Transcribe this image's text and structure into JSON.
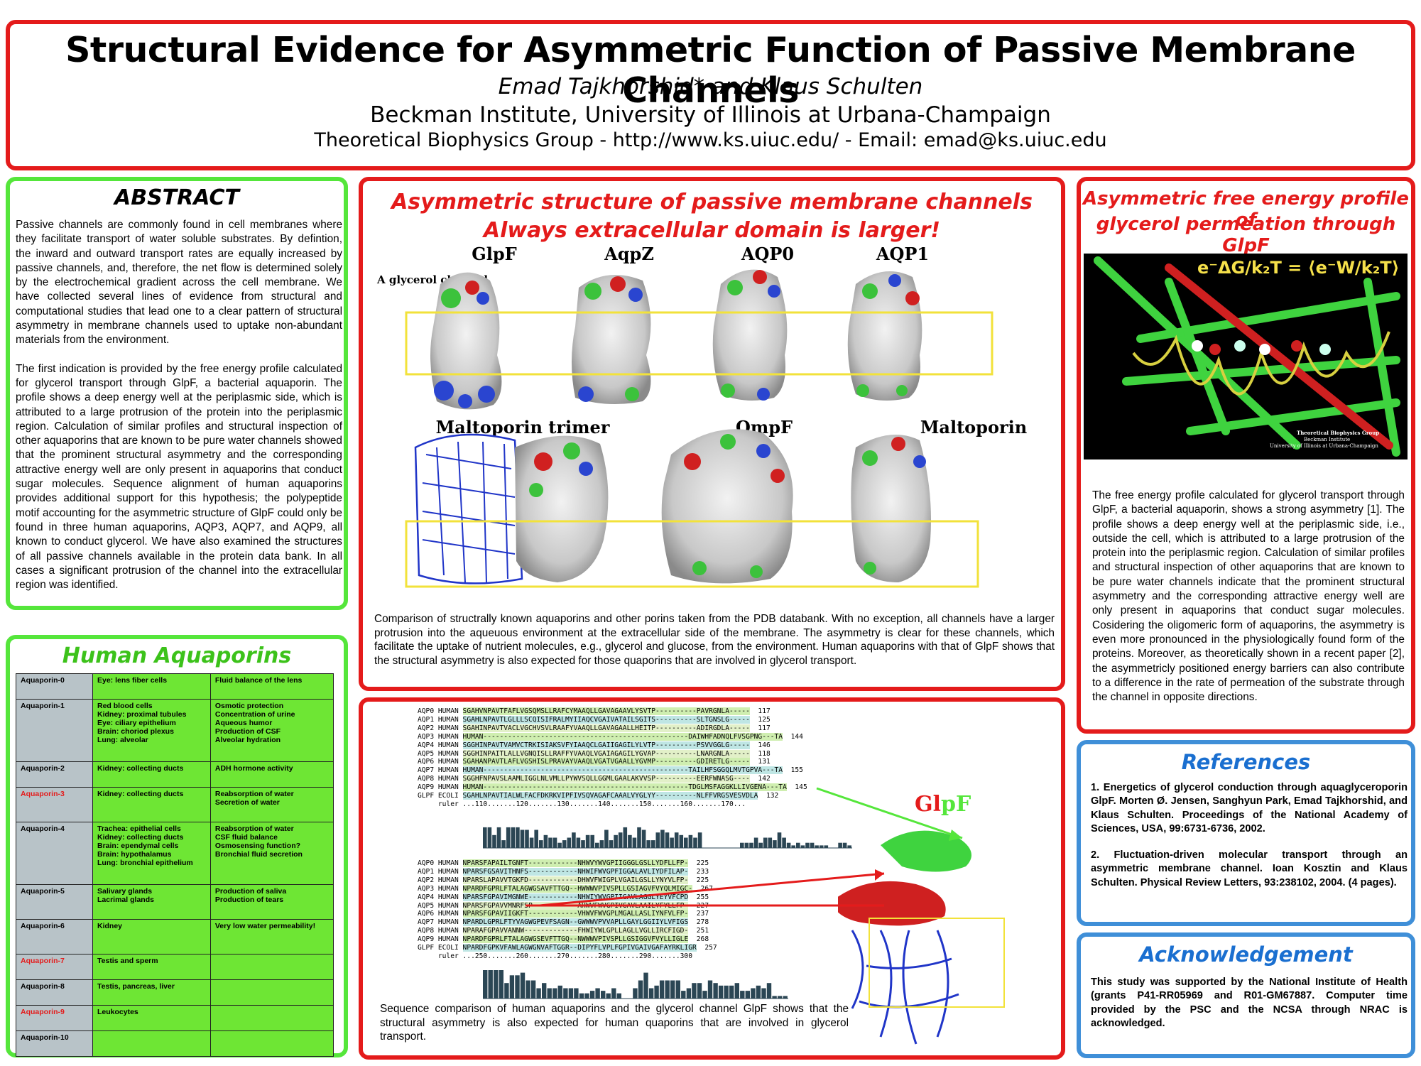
{
  "header": {
    "title": "Structural Evidence for Asymmetric Function of Passive Membrane Channels",
    "authors": "Emad Tajkhorshid* and Klaus Schulten",
    "institution": "Beckman Institute, University of Illinois at Urbana-Champaign",
    "group": "Theoretical Biophysics Group - http://www.ks.uiuc.edu/ - Email: emad@ks.uiuc.edu"
  },
  "abstract": {
    "title": "ABSTRACT",
    "p1": "Passive channels are commonly found in cell membranes where they facilitate transport of water soluble substrates. By defintion, the inward and outward transport rates are equally increased by passive channels, and, therefore, the net flow is determined solely by the electrochemical gradient across the cell membrane. We have collected several lines of evidence from structural and computational studies that lead one to a clear pattern of structural asymmetry in membrane channels used to uptake non-abundant materials from the environment.",
    "p2": "The first indication is provided by the free energy profile calculated for glycerol transport through GlpF, a bacterial aquaporin. The profile shows a deep energy well at the periplasmic side, which is attributed to a large protrusion of the protein into the periplasmic region. Calculation of similar profiles and structural inspection of other aquaporins that are known to be pure water channels showed that the prominent structural asymmetry and the corresponding attractive energy well are only present in aquaporins that conduct sugar molecules. Sequence alignment of human aquaporins provides additional support for this hypothesis; the polypeptide motif accounting for the asymmetric structure of GlpF could only be found in three human aquaporins, AQP3, AQP7, and AQP9, all known to conduct glycerol. We have also examined the structures of all passive channels available in the protein data bank. In all cases a significant protrusion of the channel into the extracellular region was identified."
  },
  "aquaporins": {
    "title": "Human Aquaporins",
    "rows": [
      {
        "name": "Aquaporin-0",
        "tissue": "Eye: lens fiber cells",
        "function": "Fluid balance of the lens",
        "highlight": false
      },
      {
        "name": "Aquaporin-1",
        "tissue": "Red blood cells\nKidney: proximal tubules\nEye: ciliary epithelium\nBrain: choriod plexus\nLung: alveolar",
        "function": "Osmotic protection\nConcentration of urine\nAqueous humor\nProduction of CSF\nAlveolar hydration",
        "highlight": false
      },
      {
        "name": "Aquaporin-2",
        "tissue": "Kidney: collecting ducts",
        "function": "ADH hormone activity",
        "highlight": false
      },
      {
        "name": "Aquaporin-3",
        "tissue": "Kidney: collecting ducts",
        "function": "Reabsorption of water\nSecretion of water",
        "highlight": true
      },
      {
        "name": "Aquaporin-4",
        "tissue": "Trachea: epithelial cells\nKidney: collecting ducts\nBrain: ependymal cells\nBrain: hypothalamus\nLung: bronchial epithelium",
        "function": "Reabsorption of water\nCSF fluid balance\nOsmosensing function?\nBronchial fluid secretion",
        "highlight": false
      },
      {
        "name": "Aquaporin-5",
        "tissue": "Salivary glands\nLacrimal glands",
        "function": "Production of saliva\nProduction of tears",
        "highlight": false
      },
      {
        "name": "Aquaporin-6",
        "tissue": "Kidney",
        "function": "Very low water permeability!",
        "highlight": false
      },
      {
        "name": "Aquaporin-7",
        "tissue": "Testis and sperm",
        "function": "",
        "highlight": true
      },
      {
        "name": "Aquaporin-8",
        "tissue": "Testis, pancreas, liver",
        "function": "",
        "highlight": false
      },
      {
        "name": "Aquaporin-9",
        "tissue": "Leukocytes",
        "function": "",
        "highlight": true
      },
      {
        "name": "Aquaporin-10",
        "tissue": "",
        "function": "",
        "highlight": false
      }
    ]
  },
  "structure": {
    "title1": "Asymmetric structure of passive membrane channels",
    "title2": "Always extracellular domain is larger!",
    "labels_top": [
      "GlpF",
      "AqpZ",
      "AQP0",
      "AQP1"
    ],
    "glycerol_label": "A glycerol channel",
    "labels_bottom": [
      "Maltoporin trimer",
      "OmpF",
      "Maltoporin"
    ],
    "caption": "Comparison of structrally known aquaporins and other porins taken from the PDB databank. With no exception, all channels have a larger protrusion into the aqueuous environment at the extracellular side of the membrane. The asymmetry is clear for these channels, which facilitate the uptake of nutrient molecules, e.g., glycerol and glucose, from the environment. Human aquaporins with that of GlpF shows that the structural asymmetry is also expected for those quaporins that are involved in glycerol transport."
  },
  "alignment": {
    "names": [
      "AQP0 HUMAN",
      "AQP1 HUMAN",
      "AQP2 HUMAN",
      "AQP3 HUMAN",
      "AQP4 HUMAN",
      "AQP5 HUMAN",
      "AQP6 HUMAN",
      "AQP7 HUMAN",
      "AQP8 HUMAN",
      "AQP9 HUMAN",
      "GLPF ECOLI"
    ],
    "block1_seq": [
      "SGAHVNPAVTFAFLVGSQMSLLRAFCYMAAQLLGAVAGAAVLYSVTP----------PAVRGNLA-----",
      "SGAHLNPAVTLGLLLSCQISIFRALMYIIAQCVGAIVATAILSGITS----------SLTGNSLG-----",
      "SGAHINPAVTVACLVGCHVSVLRAAFYVAAQLLGAVAGAALLHEITP----------ADIRGDLA-----",
      "HUMAN--------------------------------------------------DAIWHFADNQLFVSGPNG---TA",
      "SGGHINPAVTVAMVCTRKISIAKSVFYIAAQCLGAIIGAGILYLVTP----------PSVVGGLG-----",
      "SGGHINPAITLALLVGNQISLLRAFFYVAAQLVGAIAGAGILYGVAP----------LNARGNLA-----",
      "SGAHANPAVTLAFLVGSHISLPRAVAYVAAQLVGATVGAALLYGVMP----------GDIRETLG-----",
      "HUMAN--------------------------------------------------TAILHFSGGQLMVTGPVA---TA",
      "SGGHFNPAVSLAAMLIGGLNLVMLLPYWVSQLLGGMLGAALAKVVSP----------EERFWNASG----",
      "HUMAN--------------------------------------------------TDGLMSFAGGKLLIVGENA---TA",
      "SGAHLNPAVTIALWLFACFDKRKVIPFIVSQVAGAFCAAALVYGLYY----------NLFFVRGSVESVDLA"
    ],
    "block1_num": [
      "117",
      "125",
      "117",
      "144",
      "146",
      "118",
      "131",
      "155",
      "142",
      "145",
      "132"
    ],
    "block1_ruler": "...110.......120.......130.......140.......150.......160.......170...",
    "block2_seq": [
      "NPARSFAPAILTGNFT------------NHWVYWVGPIIGGGLGSLLYDFLLFP-",
      "NPARSFGSAVITHNFS------------NHWIFWVGPFIGGALAVLIYDFILAP-",
      "NPARSLAPAVVTGKFD------------DHWVFWIGPLVGAILGSLLYNYVLFP-",
      "NPARDFGPRLFTALAGWGSAVFTTGQ--HWWWVPIVSPLLGSIAGVFVYQLMIGC-",
      "NPARSFGPAVIMGNWE------------NHWIYWVGPIIGAVLAGGLYEYVFCPD",
      "NPARSFGPAVVMNRFSP-----------AHWVFWVGPIVGAVLAAILYFYLLFP-",
      "NPARSFGPAVIIGKFT------------VHWVFWVGPLMGALLASLIYNFVLFP-",
      "NPARDLGPRLFTYVAGWGPEVFSAGN--GWWWVPVVAPLLGAYLGGIIYLVFIGS",
      "NPARAFGPAVVANNW-------------FHWIYWLGPLLAGLLVGLLIRCFIGD-",
      "NPARDFGPRLFTALAGWGSEVFTTGQ--NWWWVPIVSPLLGSIGGVFVYLLIGLE",
      "NPARDFGPKVFAWLAGWGNVAFTGGR--DIPYFLVPLFGPIVGAIVGAFAYRKLIGR"
    ],
    "block2_num": [
      "225",
      "233",
      "225",
      "267",
      "255",
      "227",
      "237",
      "278",
      "251",
      "268",
      "257"
    ],
    "block2_ruler": "...250.......260.......270.......280.......290.......300",
    "glpf_label_a": "Gl",
    "glpf_label_b": "pF",
    "caption": "Sequence comparison of human aquaporins and the glycerol channel GlpF shows that the structural asymmetry is also expected for human quaporins that are involved in glycerol transport."
  },
  "energy": {
    "title1": "Asymmetric free energy profile of",
    "title2": "glycerol permeation through GlpF",
    "equation": "e⁻ΔG/k₂T = ⟨e⁻W/k₂T⟩",
    "credit1": "Theoretical Biophysics Group",
    "credit2": "Beckman Institute",
    "credit3": "University of Illinois at Urbana-Champaign",
    "text": "The free energy profile calculated for glycerol transport through GlpF, a bacterial aquaporin, shows a strong asymmetry [1]. The profile shows a deep energy well at the periplasmic side, i.e., outside the cell, which is attributed to a large protrusion of the protein into the periplasmic region. Calculation of similar profiles and structural inspection of other aquaporins that are known to be pure water channels indicate that the prominent structural asymmetry and the corresponding attractive energy well are only present in aquaporins that conduct sugar molecules. Cosidering the oligomeric form of aquaporins, the asymmetry is even more pronounced in the physiologically found form of the proteins. Moreover, as theoretically shown in a recent paper [2], the asymmetricly positioned energy barriers can also contribute to a difference in the rate of permeation of the substrate through the channel in opposite directions."
  },
  "references": {
    "title": "References",
    "r1": "1. Energetics of glycerol conduction through aquaglyceroporin GlpF. Morten Ø. Jensen, Sanghyun Park, Emad Tajkhorshid, and Klaus Schulten. Proceedings of the National Academy of Sciences, USA, 99:6731-6736, 2002.",
    "r2": "2. Fluctuation-driven molecular transport through an asymmetric membrane channel. Ioan Kosztin and Klaus Schulten. Physical Review Letters, 93:238102, 2004. (4 pages)."
  },
  "acknowledgement": {
    "title": "Acknowledgement",
    "text": "This study was supported by the National Institute of Health (grants P41-RR05969 and R01-GM67887. Computer time provided by the PSC and the NCSA through NRAC is acknowledged."
  },
  "colors": {
    "red_border": "#e41b1b",
    "green_border": "#55e63b",
    "blue_border": "#3f8fd8",
    "section_red": "#e41b1b",
    "section_green": "#3cc21a",
    "section_blue": "#1a6fd0"
  }
}
